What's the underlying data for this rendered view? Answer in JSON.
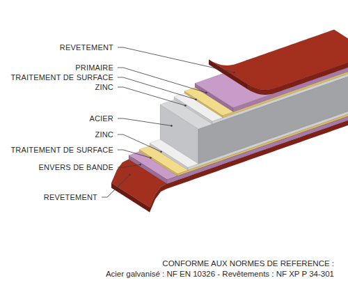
{
  "diagram": {
    "title": "CONFORME AUX NORMES DE REFERENCE :",
    "caption": "Acier galvanisé : NF EN 10326 - Revêtements : NF XP P 34-301",
    "labels": [
      "REVETEMENT",
      "PRIMAIRE",
      "TRAITEMENT DE SURFACE",
      "ZINC",
      "ACIER",
      "ZINC",
      "TRAITEMENT DE SURFACE",
      "ENVERS DE BANDE",
      "REVETEMENT"
    ]
  }
}
